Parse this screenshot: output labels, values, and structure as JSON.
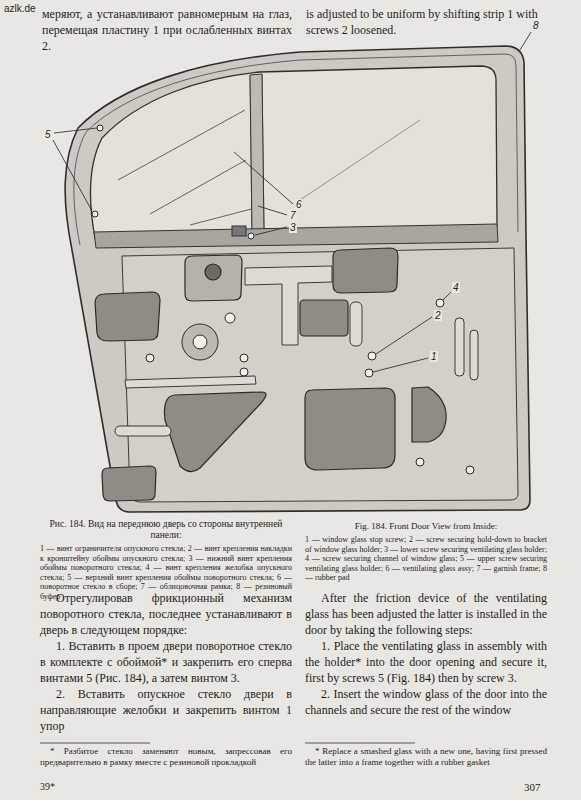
{
  "diagram": {
    "caption": "Рис. 184. Вид на переднюю дверь со стороны внутренней панели:",
    "labels": [
      "azlk.de",
      "меряют, а устанавливают равномерным на глаз, перемещая пластину 1 при ослабленных винтах 2.",
      "is adjusted to be uniform by shifting strip 1 with screws 2 loosened.",
      "8",
      "5",
      "6",
      "7",
      "3",
      "4",
      "2",
      "1",
      "1 — винт ограничителя опускного стекла; 2 — винт крепления накладки к кронштейну обоймы опускного стекла; 3 — нижний винт крепления обоймы поворотного стекла; 4 — винт крепления желобка опускного стекла; 5 — верхний винт крепления обоймы поворотного стекла; 6 — поворотное стекло в сборе; 7 — облицовочная рамка; 8 — резиновый буфер",
      "Fig. 184. Front Door View from Inside:",
      "1 — window glass stop screw; 2 — screw securing hold-down to bracket of window glass holder; 3 — lower screw securing ventilating glass holder; 4 — screw securing channel of window glass; 5 — upper screw securing ventilating glass holder; 6 — ventilating glass assy; 7 — garnish frame; 8 — rubber pad",
      "Отрегулировав фрикционный механизм поворотного стекла, последнее устанавливают в дверь в следующем порядке:",
      "1. Вставить в проем двери поворотное стекло в комплекте с обоймой* и закрепить его сперва винтами 5 (Рис. 184), а затем винтом 3.",
      "2. Вставить опускное стекло двери в направляющие желобки и закрепить винтом 1 упор",
      "After the friction device of the ventilating glass has been adjusted the latter is installed in the door by taking the following steps:",
      "1. Place the ventilating glass in assembly with the holder* into the door opening and secure it, first by screws 5 (Fig. 184) then by screw 3.",
      "2. Insert the window glass of the door into the channels and secure the rest of the window",
      "* Разбитое стекло заменяют новым, запрессовав его предварительно в рамку вместе с резиновой прокладкой",
      "* Replace a smashed glass with a new one, having first pressed the latter into a frame together with a rubber gasket",
      "39*",
      "307"
    ]
  }
}
